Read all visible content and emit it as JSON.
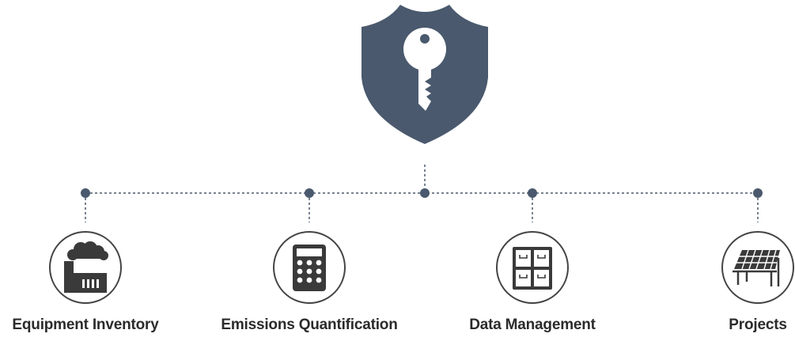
{
  "diagram": {
    "center": {
      "icon": "shield-key-icon"
    },
    "items": [
      {
        "label": "Equipment Inventory",
        "icon": "factory-icon"
      },
      {
        "label": "Emissions Quantification",
        "icon": "calculator-icon"
      },
      {
        "label": "Data Management",
        "icon": "storage-drawers-icon"
      },
      {
        "label": "Projects",
        "icon": "solar-panel-icon"
      }
    ]
  },
  "colors": {
    "shield": "#4a596d",
    "icon_dark": "#3a3a3a",
    "connector": "#4a596d",
    "circle_stroke": "#444444",
    "text": "#2b2b2b"
  }
}
